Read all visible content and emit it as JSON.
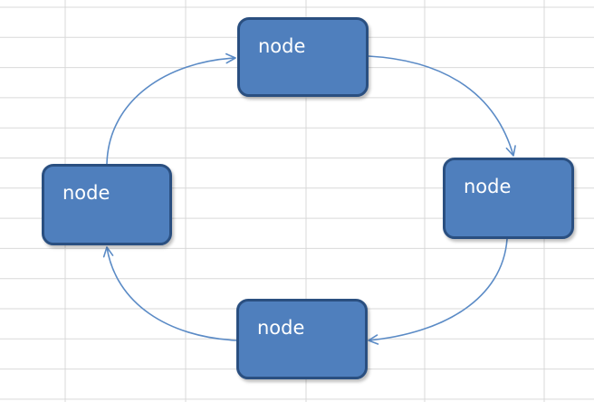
{
  "diagram": {
    "type": "cycle",
    "colors": {
      "node_fill": "#4f7fbd",
      "node_border": "#2a4f80",
      "node_text": "#ffffff",
      "connector": "#5b8bc6",
      "gridline": "#d9d9d9"
    },
    "nodes": [
      {
        "id": "top",
        "label": "node"
      },
      {
        "id": "right",
        "label": "node"
      },
      {
        "id": "bottom",
        "label": "node"
      },
      {
        "id": "left",
        "label": "node"
      }
    ],
    "edges": [
      {
        "from": "top",
        "to": "right"
      },
      {
        "from": "right",
        "to": "bottom"
      },
      {
        "from": "bottom",
        "to": "left"
      },
      {
        "from": "left",
        "to": "top"
      }
    ]
  }
}
